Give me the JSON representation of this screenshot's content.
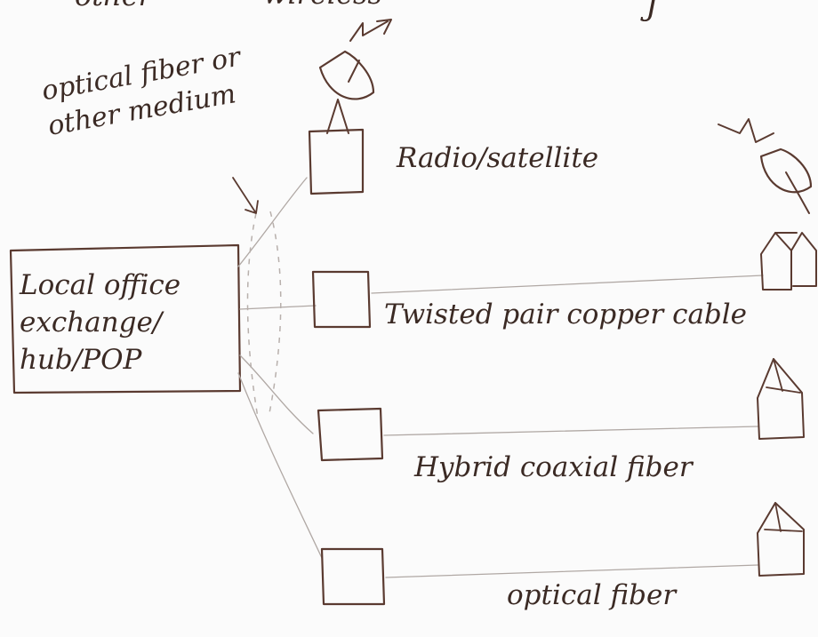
{
  "top_fragments": [
    "other",
    "wireless",
    "J"
  ],
  "annotation": "optical fiber or other medium",
  "hub": {
    "lines": [
      "Local office",
      "exchange/",
      "hub/POP"
    ]
  },
  "links": [
    {
      "label": "Radio/satellite",
      "endpoint_icon": "satellite-dish-icon"
    },
    {
      "label": "Twisted pair copper cable",
      "endpoint_icon": "house-icon"
    },
    {
      "label": "Hybrid coaxial fiber",
      "endpoint_icon": "house-icon"
    },
    {
      "label": "optical fiber",
      "endpoint_icon": "house-icon"
    }
  ],
  "colors": {
    "ink": "#5a3a30",
    "pencil": "#b0a8a4",
    "paper": "#fbfbfb"
  }
}
